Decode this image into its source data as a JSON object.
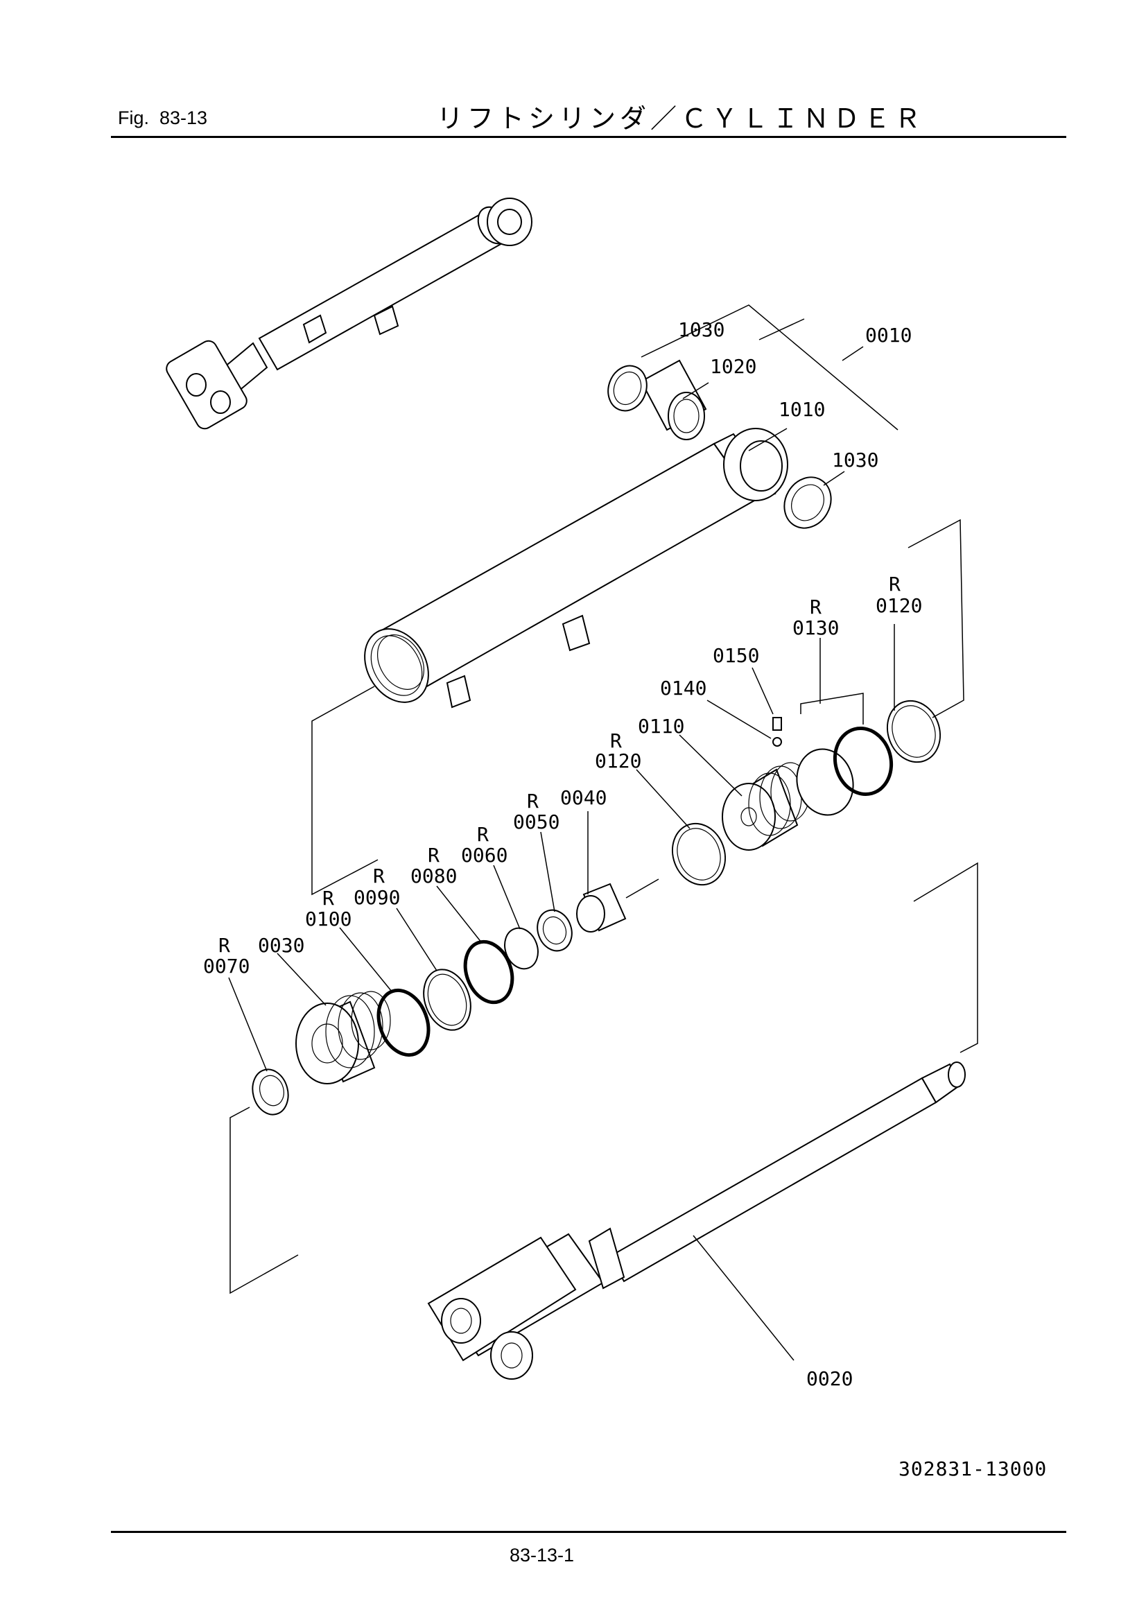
{
  "header": {
    "fig_label": "Fig.  83-13",
    "title": "リフトシリンダ／ＣＹＬＩＮＤＥＲ"
  },
  "callouts": {
    "c1030a": "1030",
    "c1020": "1020",
    "c0010": "0010",
    "c1010": "1010",
    "c1030b": "1030",
    "r0120a": "R",
    "c0120a": "0120",
    "r0130": "R",
    "c0130": "0130",
    "c0150": "0150",
    "c0140": "0140",
    "c0110": "0110",
    "r0120b": "R",
    "c0120b": "0120",
    "r0050": "R",
    "c0050": "0050",
    "c0040": "0040",
    "r0060": "R",
    "c0060": "0060",
    "r0080": "R",
    "c0080": "0080",
    "r0090": "R",
    "c0090": "0090",
    "r0100": "R",
    "c0100": "0100",
    "r0070": "R",
    "c0070": "0070",
    "c0030": "0030",
    "c0020": "0020"
  },
  "footer": {
    "drawing_no": "302831-13000",
    "page": "83-13-1"
  }
}
